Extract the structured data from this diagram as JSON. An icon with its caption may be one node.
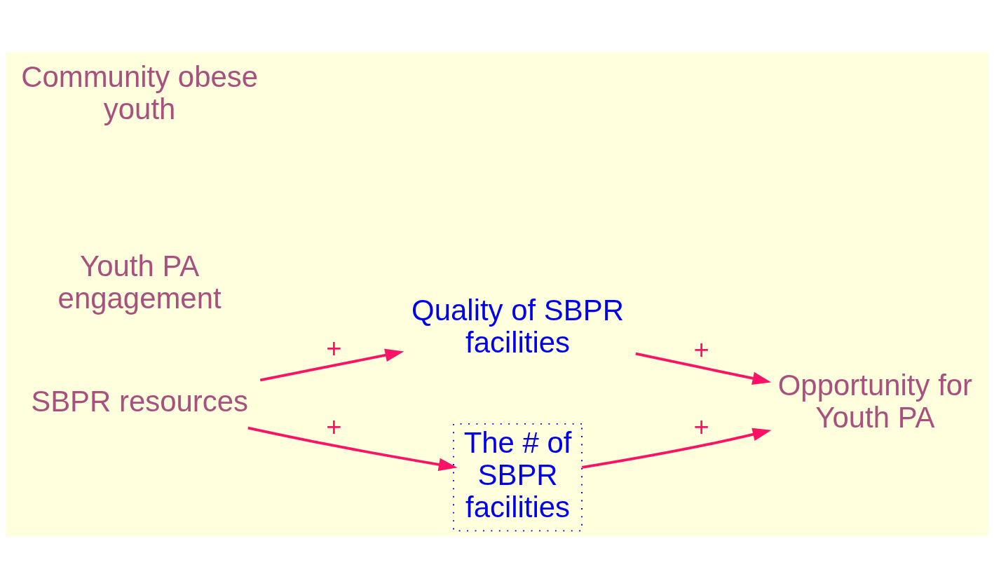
{
  "diagram": {
    "nodes": [
      {
        "text": [
          "SBPR resources"
        ]
      },
      {
        "text": [
          "Quality of SBPR facilities"
        ]
      },
      {
        "text": [
          "The # of SBPR facilities"
        ]
      },
      {
        "text": [
          "Opportunity for Youth PA"
        ]
      },
      {
        "text": [
          "Community obese youth"
        ]
      },
      {
        "text": [
          "Youth PA engagement"
        ]
      }
    ],
    "edges": [
      {
        "from": 0,
        "to": 1,
        "arrow": "to",
        "label": "+"
      },
      {
        "from": 0,
        "to": 2,
        "arrow": "to",
        "label": "+"
      },
      {
        "from": 1,
        "to": 3,
        "arrow": "to",
        "label": "+"
      },
      {
        "from": 2,
        "to": 3,
        "arrow": "to",
        "label": "+"
      }
    ]
  }
}
